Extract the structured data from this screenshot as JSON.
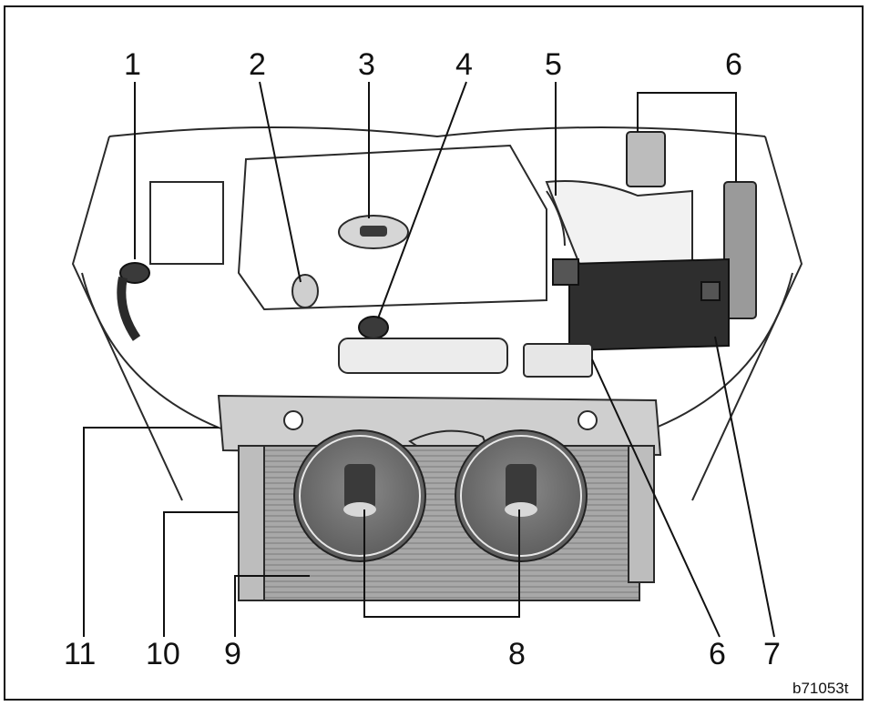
{
  "colors": {
    "ink": "#111111",
    "line": "#2a2a2a",
    "fan": "#6f6f6f",
    "radiator": "#9a9a9a",
    "paper": "#ffffff"
  },
  "callouts": [
    "1",
    "2",
    "3",
    "4",
    "5",
    "6",
    "7",
    "8",
    "9",
    "10",
    "11"
  ],
  "bottom_callouts": {
    "c11": "11",
    "c10": "10",
    "c9": "9",
    "c8": "8",
    "c6b": "6",
    "c7": "7"
  },
  "top_callouts": {
    "c1": "1",
    "c2": "2",
    "c3": "3",
    "c4": "4",
    "c5": "5",
    "c6": "6"
  },
  "figure_code": "b71053t"
}
